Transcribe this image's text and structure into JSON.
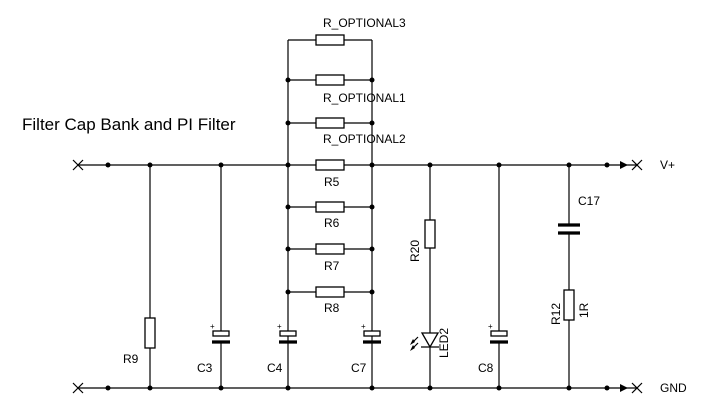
{
  "diagram": {
    "title": "Filter Cap Bank and PI Filter",
    "nets": {
      "vplus": "V+",
      "gnd": "GND"
    },
    "components": {
      "r_optional3": "R_OPTIONAL3",
      "r_optional1": "R_OPTIONAL1",
      "r_optional2": "R_OPTIONAL2",
      "r5": "R5",
      "r6": "R6",
      "r7": "R7",
      "r8": "R8",
      "r9": "R9",
      "c3": "C3",
      "c4": "C4",
      "c7": "C7",
      "c8": "C8",
      "r20": "R20",
      "led2": "LED2",
      "c17": "C17",
      "r12": "R12",
      "r12_value": "1R"
    }
  }
}
